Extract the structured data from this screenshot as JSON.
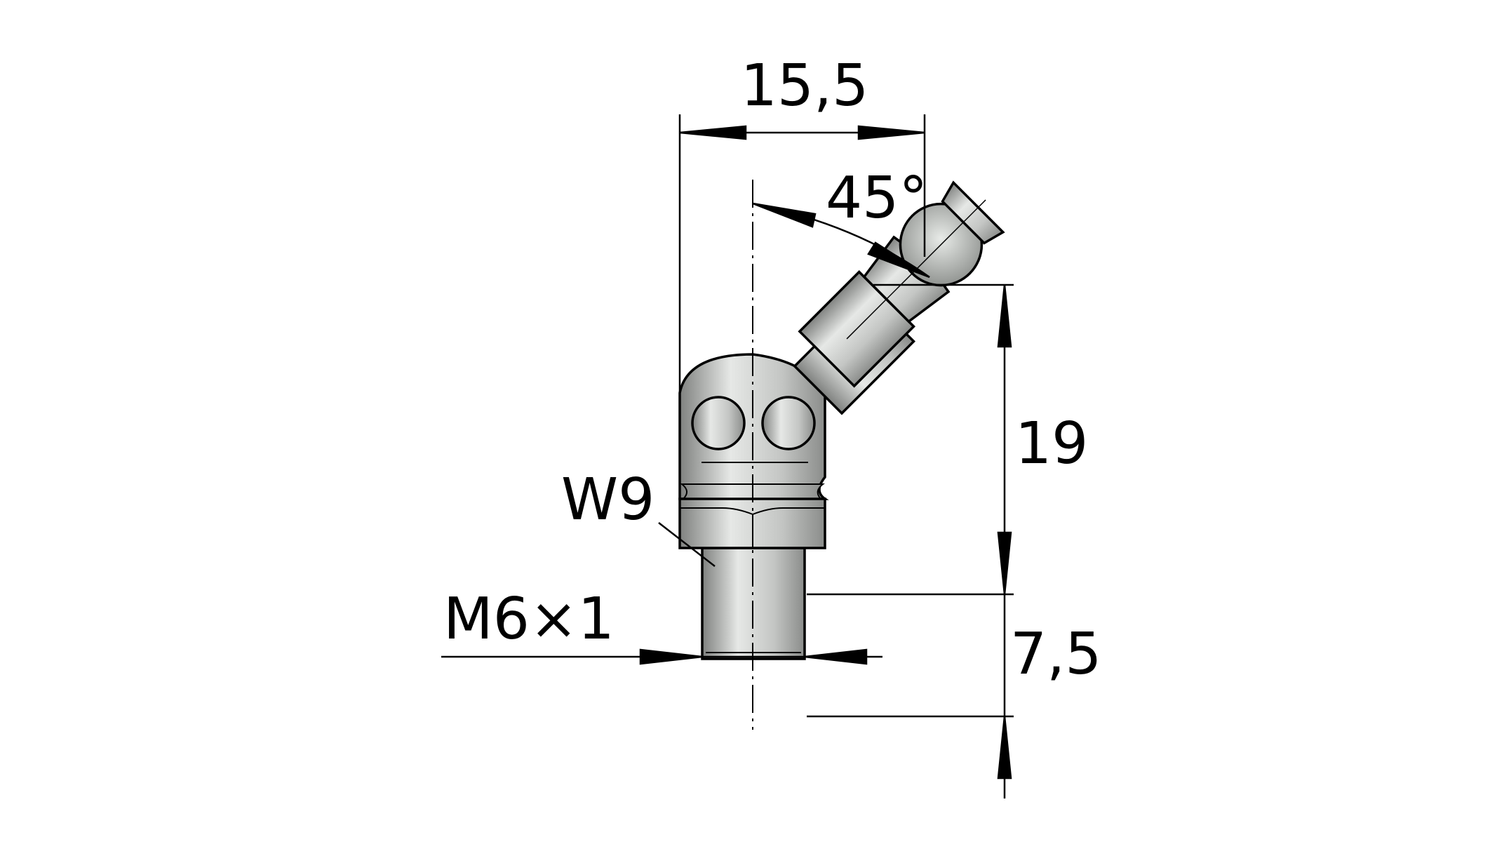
{
  "dimensions": {
    "width_label": "15,5",
    "angle_label": "45°",
    "height_label": "19",
    "thread_length_label": "7,5",
    "thread_label": "M6×1",
    "wrench_label": "W9"
  },
  "colors": {
    "line": "#000000",
    "metal_light": "#e4e6e4",
    "metal_dark": "#8a8c8a"
  }
}
